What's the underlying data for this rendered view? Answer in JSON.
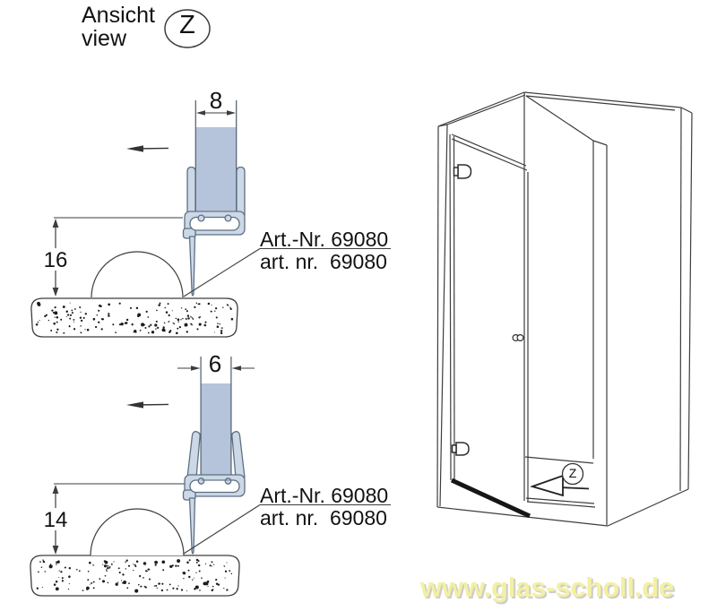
{
  "header": {
    "title_de": "Ansicht",
    "title_en": "view",
    "detail_mark": "Z"
  },
  "diagram_8mm": {
    "glass_thickness": "8",
    "seal_height": "16",
    "article_line1": "Art.-Nr. 69080",
    "article_line2": "art. nr.  69080"
  },
  "diagram_6mm": {
    "glass_thickness": "6",
    "seal_height": "14",
    "article_line1": "Art.-Nr. 69080",
    "article_line2": "art. nr.  69080"
  },
  "illustration": {
    "detail_mark": "Z"
  },
  "watermark": {
    "text": "www.glas-scholl.de"
  },
  "colors": {
    "glass": "#b5c4da",
    "seal_fill": "#ccd8e6",
    "seal_stroke": "#5d7084",
    "line": "#3d3d3d",
    "text": "#111111",
    "watermark": "#f3f0a4",
    "watermark_shadow": "#cdcdcd"
  }
}
